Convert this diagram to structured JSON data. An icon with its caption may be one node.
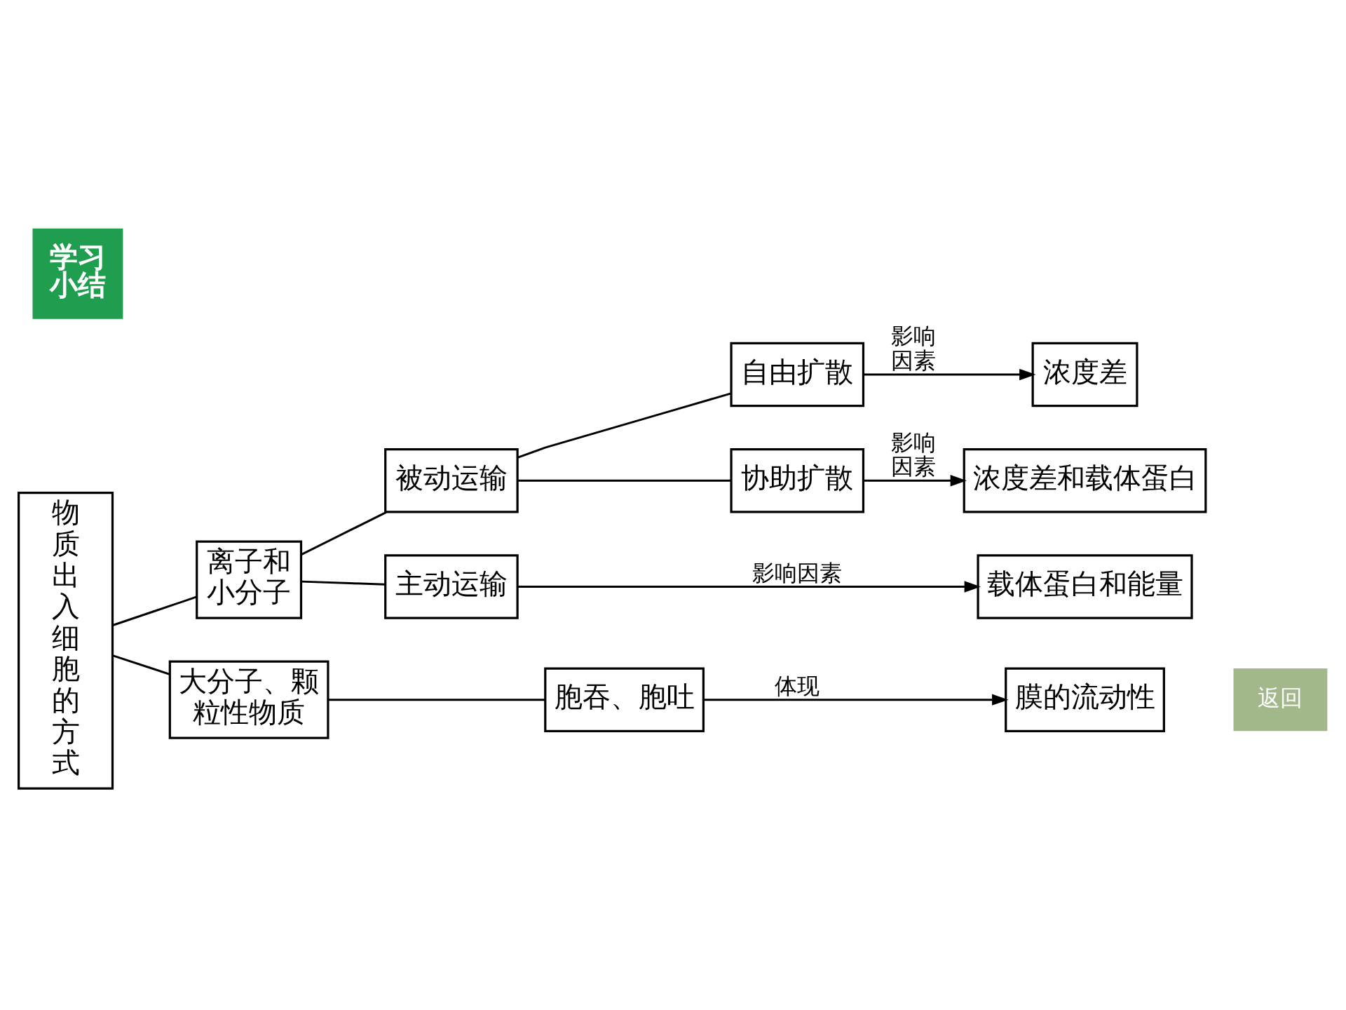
{
  "diagram": {
    "title": "学习小结",
    "nodes": [
      {
        "text": [
          "物质出入细胞的方式"
        ]
      },
      {
        "text": [
          "离子和小分子"
        ]
      },
      {
        "text": [
          "被动运输"
        ]
      },
      {
        "text": [
          "自由扩散"
        ]
      },
      {
        "text": [
          "浓度差"
        ]
      },
      {
        "text": [
          "协助扩散"
        ]
      },
      {
        "text": [
          "浓度差和载体蛋白"
        ]
      },
      {
        "text": [
          "主动运输"
        ]
      },
      {
        "text": [
          "载体蛋白和能量"
        ]
      },
      {
        "text": [
          "大分子、颗粒性物质"
        ]
      },
      {
        "text": [
          "胞吞、胞吐"
        ]
      },
      {
        "text": [
          "膜的流动性"
        ]
      }
    ],
    "edges": [
      {
        "from": 0,
        "to": 1,
        "arrow": "none"
      },
      {
        "from": 0,
        "to": 9,
        "arrow": "none"
      },
      {
        "from": 1,
        "to": 2,
        "arrow": "none"
      },
      {
        "from": 1,
        "to": 7,
        "arrow": "none"
      },
      {
        "from": 2,
        "to": 3,
        "arrow": "none"
      },
      {
        "from": 2,
        "to": 5,
        "arrow": "none"
      },
      {
        "from": 3,
        "to": 4,
        "arrow": "to",
        "label": "影响因素"
      },
      {
        "from": 5,
        "to": 6,
        "arrow": "to",
        "label": "影响因素"
      },
      {
        "from": 7,
        "to": 8,
        "arrow": "to",
        "label": "影响因素"
      },
      {
        "from": 9,
        "to": 10,
        "arrow": "none"
      },
      {
        "from": 10,
        "to": 11,
        "arrow": "to",
        "label": "体现"
      }
    ],
    "labels": [
      "返回"
    ]
  }
}
